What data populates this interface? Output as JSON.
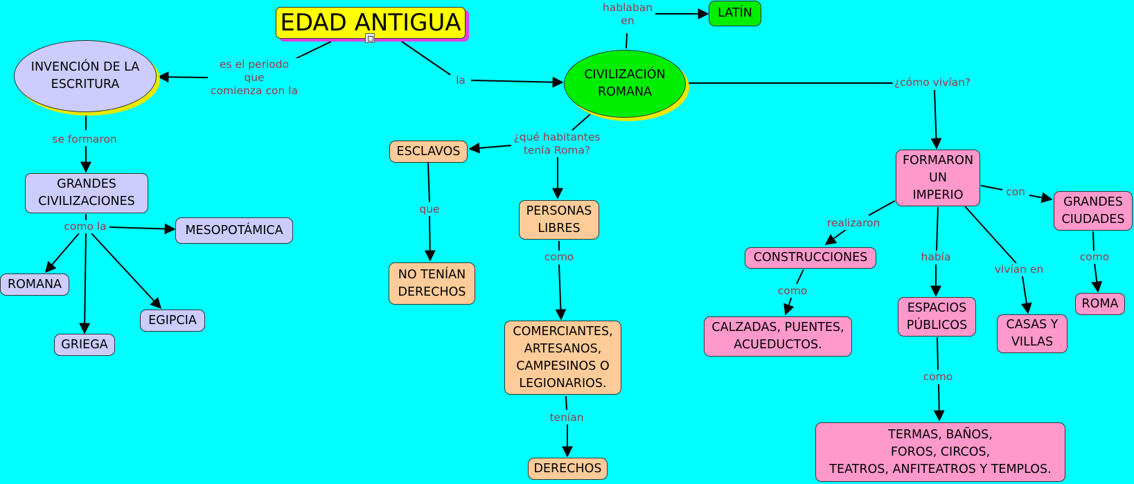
{
  "colors": {
    "background": "#00ffff",
    "title_fill": "#ffff00",
    "lavender": "#ccccff",
    "green": "#00ee00",
    "orange": "#ffcc99",
    "pink": "#ff99cc",
    "label_text": "#a0344a"
  },
  "nodes": {
    "edad_antigua": "EDAD ANTIGUA",
    "invencion": "INVENCIÓN DE LA\nESCRITURA",
    "grandes_civilizaciones": "GRANDES\nCIVILIZACIONES",
    "mesopotamica": "MESOPOTÁMICA",
    "romana": "ROMANA",
    "griega": "GRIEGA",
    "egipcia": "EGIPCIA",
    "civilizacion_romana": "CIVILIZACIÓN\nROMANA",
    "latin": "LATÍN",
    "esclavos": "ESCLAVOS",
    "no_tenian_derechos": "NO TENÍAN\nDERECHOS",
    "personas_libres": "PERSONAS\nLIBRES",
    "comerciantes": "COMERCIANTES,\nARTESANOS,\nCAMPESINOS O\nLEGIONARIOS.",
    "derechos": "DERECHOS",
    "formaron_imperio": "FORMARON\nUN\nIMPERIO",
    "grandes_ciudades": "GRANDES\nCIUDADES",
    "roma": "ROMA",
    "construcciones": "CONSTRUCCIONES",
    "calzadas": "CALZADAS, PUENTES,\nACUEDUCTOS.",
    "espacios_publicos": "ESPACIOS\nPÚBLICOS",
    "casas_villas": "CASAS Y\nVILLAS",
    "termas": "TERMAS, BAÑOS,\nFOROS, CIRCOS,\nTEATROS, ANFITEATROS Y TEMPLOS."
  },
  "links": {
    "es_el_periodo": "es el periodo\nque\ncomienza con la",
    "la": "la",
    "se_formaron": "se formaron",
    "como_la": "como la",
    "hablaban_en": "hablaban\nen",
    "como_vivian": "¿cómo vivían?",
    "que_habitantes": "¿qué habitantes\ntenía Roma?",
    "que": "que",
    "como_personas": "como",
    "tenian": "tenían",
    "con": "con",
    "como_ciudades": "como",
    "realizaron": "realizaron",
    "como_construcciones": "como",
    "habia": "había",
    "vivian_en": "vivían en",
    "como_espacios": "como"
  }
}
